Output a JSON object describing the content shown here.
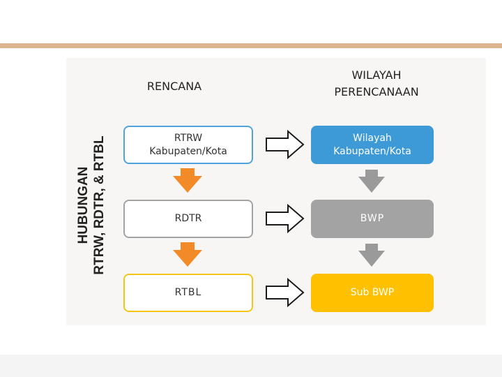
{
  "side_title": {
    "line1": "HUBUNGAN",
    "line2": "RTRW, RDTR, & RTBL"
  },
  "columns": {
    "rencana": "RENCANA",
    "wilayah": {
      "line1": "WILAYAH",
      "line2": "PERENCANAAN"
    }
  },
  "rows": [
    {
      "plan": {
        "line1": "RTRW",
        "line2": "Kabupaten/Kota"
      },
      "area": {
        "line1": "Wilayah",
        "line2": "Kabupaten/Kota"
      }
    },
    {
      "plan": {
        "line1": "RDTR",
        "line2": ""
      },
      "area": {
        "line1": "BWP",
        "line2": ""
      }
    },
    {
      "plan": {
        "line1": "RTBL",
        "line2": ""
      },
      "area": {
        "line1": "Sub BWP",
        "line2": ""
      }
    }
  ],
  "colors": {
    "accent_rule": "#dcb48e",
    "plan_border_1": "#4ea3dc",
    "plan_border_2": "#a3a3a3",
    "plan_border_3": "#f5c518",
    "area_fill_1": "#3d9ad6",
    "area_fill_2": "#a3a3a3",
    "area_fill_3": "#ffc000",
    "down_arrow_plan": "#f28a28",
    "down_arrow_area": "#9a9a9a"
  }
}
